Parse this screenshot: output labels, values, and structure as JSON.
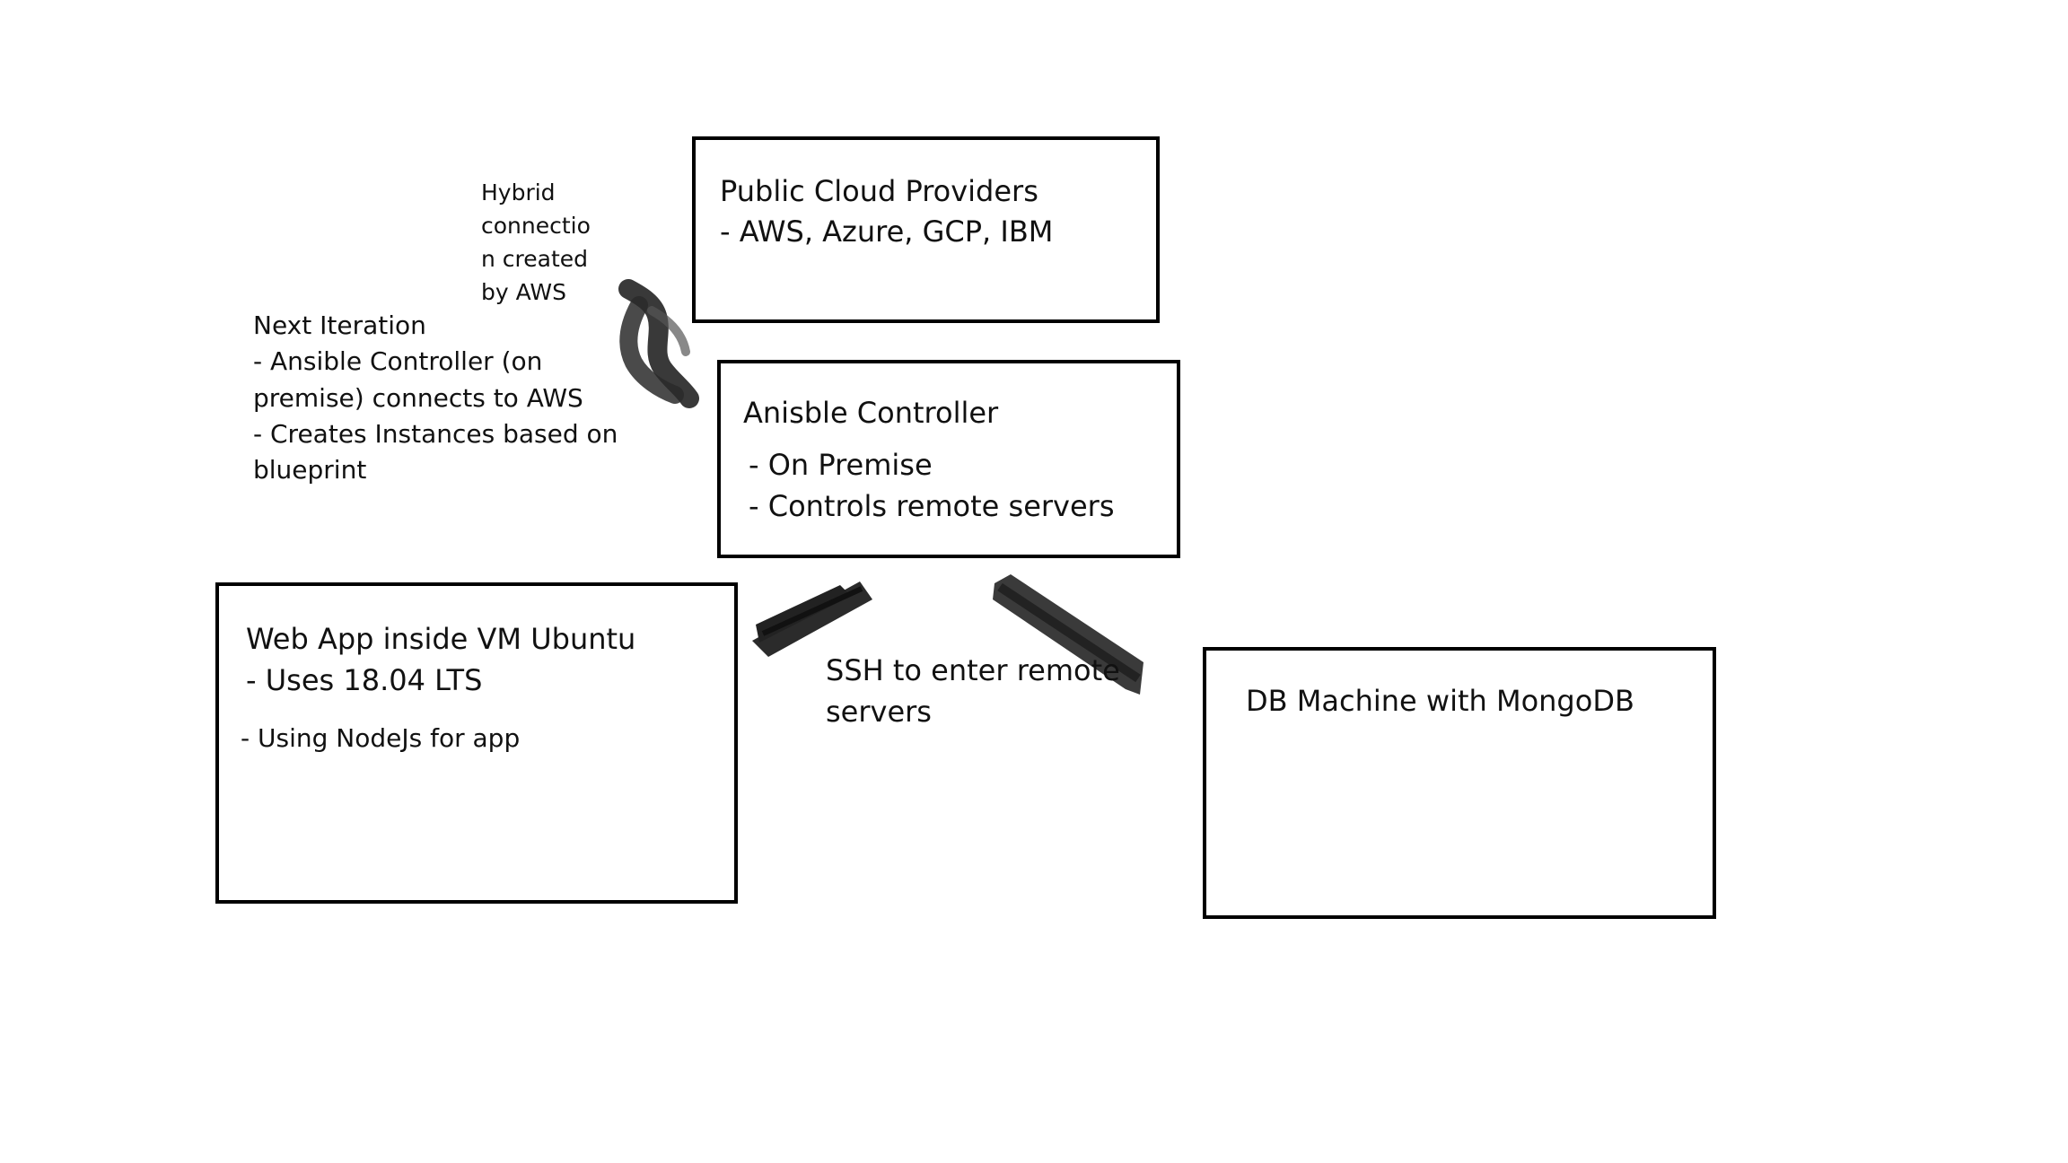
{
  "hybrid_note": {
    "lines": [
      "Hybrid",
      "connectio",
      "n created",
      "by AWS"
    ]
  },
  "next_iteration_note": {
    "lines": [
      "Next Iteration",
      "- Ansible Controller (on",
      "premise) connects to AWS",
      "- Creates Instances based on",
      "blueprint"
    ]
  },
  "public_cloud_box": {
    "title": "Public Cloud Providers",
    "line1": "- AWS, Azure, GCP, IBM"
  },
  "ansible_box": {
    "title": "Anisble Controller",
    "line1": "- On Premise",
    "line2": "- Controls remote servers"
  },
  "webapp_box": {
    "title": "Web App inside VM Ubuntu",
    "line1": "- Uses 18.04 LTS",
    "line2": "- Using NodeJs for app"
  },
  "ssh_note": {
    "lines": [
      "SSH to enter remote",
      "servers"
    ]
  },
  "db_box": {
    "title": "DB Machine with MongoDB"
  }
}
